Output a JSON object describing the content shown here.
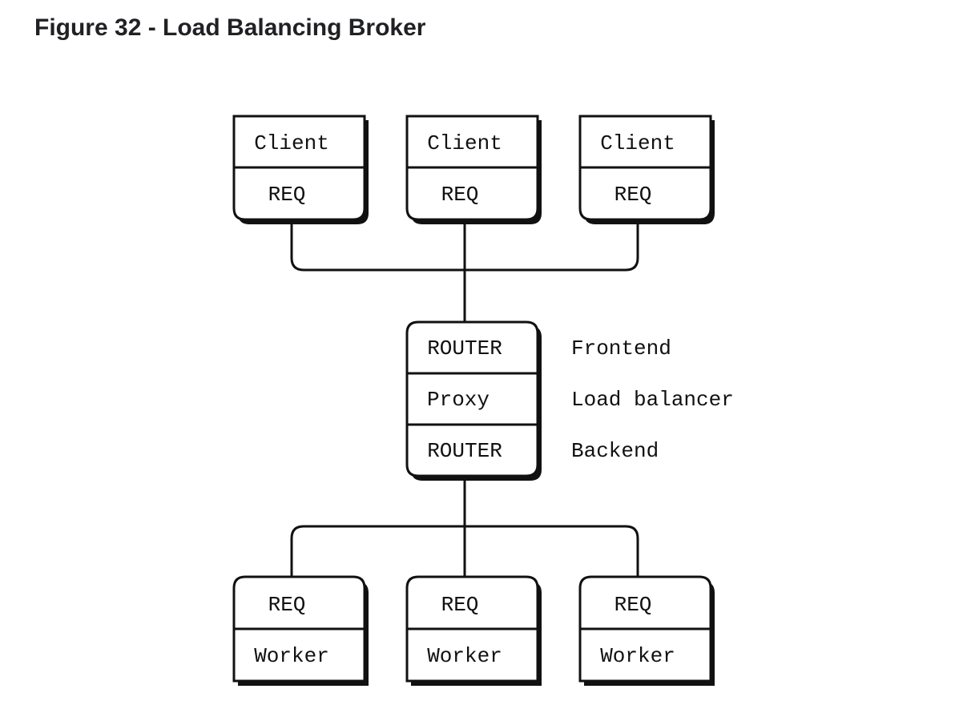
{
  "title": "Figure 32 - Load Balancing Broker",
  "clients": [
    {
      "top": "Client",
      "bottom": "REQ"
    },
    {
      "top": "Client",
      "bottom": "REQ"
    },
    {
      "top": "Client",
      "bottom": "REQ"
    }
  ],
  "broker": {
    "rows": [
      "ROUTER",
      "Proxy",
      "ROUTER"
    ],
    "labels": [
      "Frontend",
      "Load balancer",
      "Backend"
    ]
  },
  "workers": [
    {
      "top": "REQ",
      "bottom": "Worker"
    },
    {
      "top": "REQ",
      "bottom": "Worker"
    },
    {
      "top": "REQ",
      "bottom": "Worker"
    }
  ]
}
